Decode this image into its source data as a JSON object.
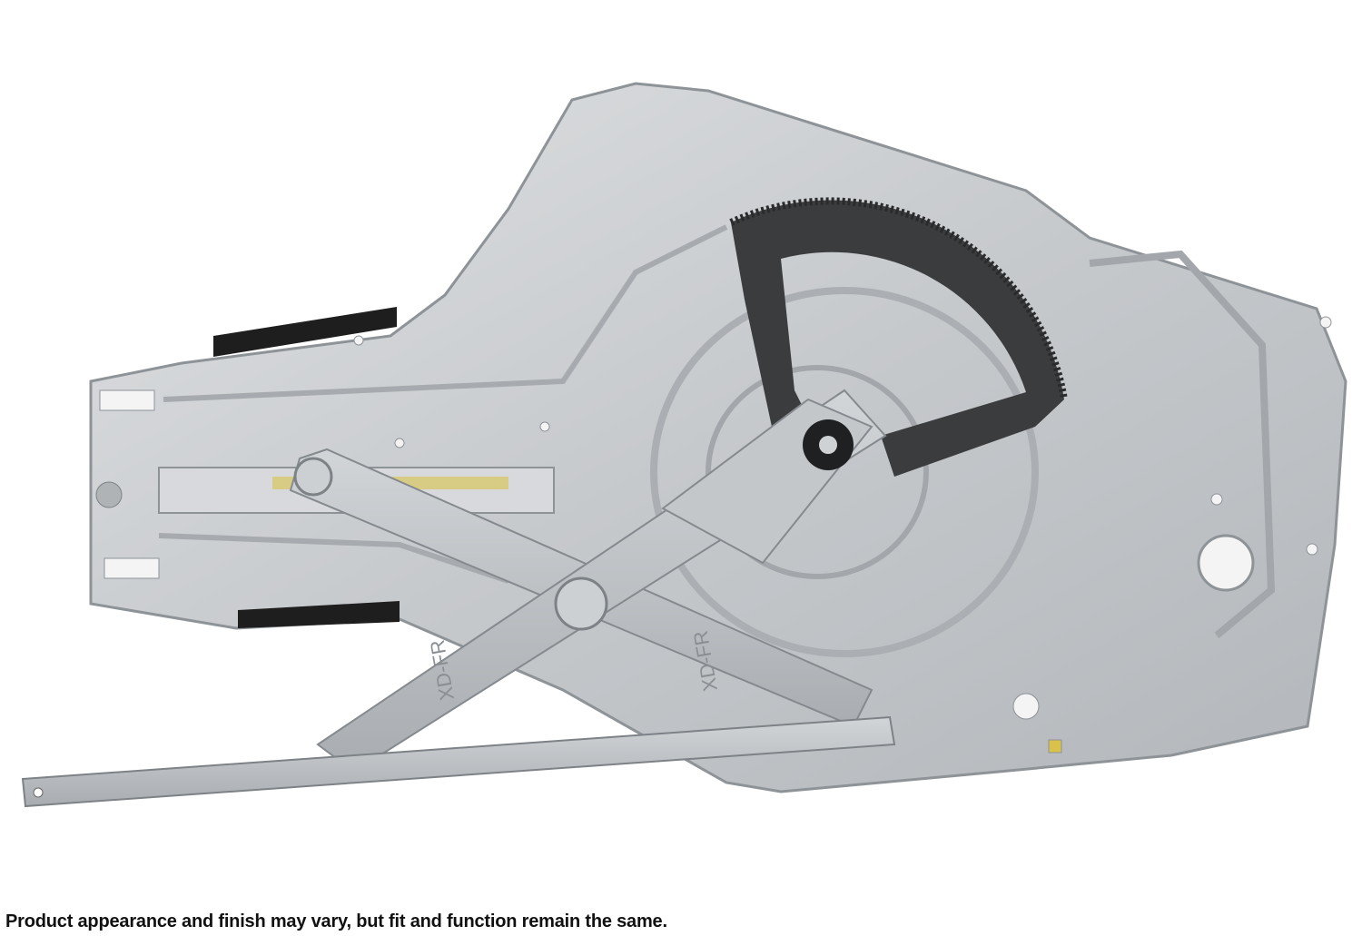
{
  "product_image": {
    "subject": "window-regulator",
    "stamp_labels": [
      "XD-FR",
      "XD-FR"
    ],
    "colors": {
      "plate": "#c9ccd0",
      "plate_shadow": "#9ea3a8",
      "gear": "#3a3c3e",
      "arm": "#b9bdc1",
      "felt": "#1e1e1e",
      "grease": "#d9c24a"
    }
  },
  "caption": "Product appearance and finish may vary, but fit and function remain the same."
}
